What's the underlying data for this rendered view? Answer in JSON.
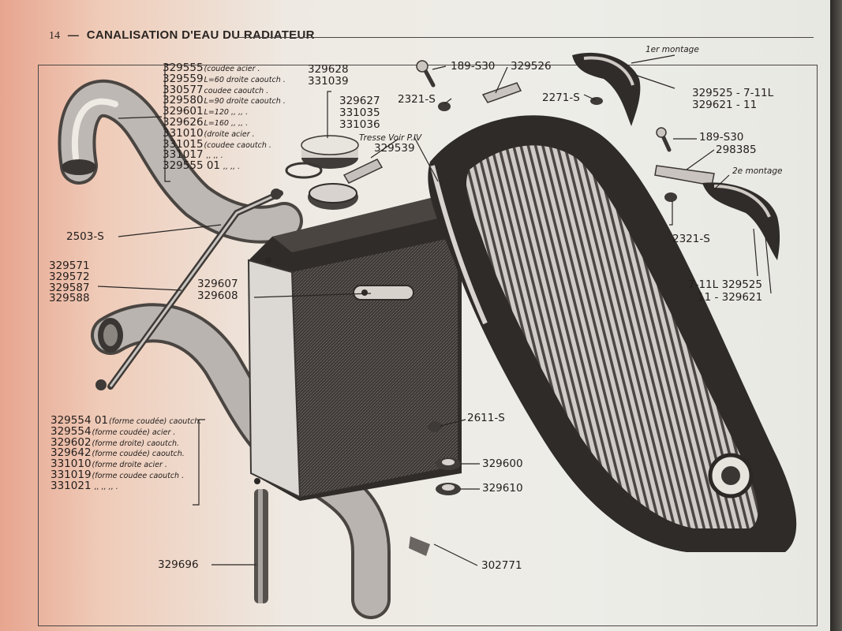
{
  "header": {
    "page_number": "14",
    "dash": "—",
    "title": "CANALISATION D'EAU DU RADIATEUR"
  },
  "top_left_list": [
    {
      "num": "329555",
      "desc": "(coudee acier ."
    },
    {
      "num": "329559",
      "desc": "L=60 droite caoutch ."
    },
    {
      "num": "330577",
      "desc": "coudee caoutch ."
    },
    {
      "num": "329580",
      "desc": "L=90 droite caoutch ."
    },
    {
      "num": "329601",
      "desc": "L=120  ,,        ,,  ."
    },
    {
      "num": "329626",
      "desc": "L=160  ,,        ,,  ."
    },
    {
      "num": "331010",
      "desc": "(droite acier ."
    },
    {
      "num": "331015",
      "desc": "(coudee caoutch ."
    },
    {
      "num": "331017",
      "desc": " ,,       ,,  ."
    },
    {
      "num": "329555 01",
      "desc": " ,,       ,,  ."
    }
  ],
  "bottom_left_list": [
    {
      "num": "329554 01",
      "desc": "(forme coudée) caoutch."
    },
    {
      "num": "329554",
      "desc": "(forme coudée) acier ."
    },
    {
      "num": "329602",
      "desc": "(forme droite) caoutch."
    },
    {
      "num": "329642",
      "desc": "(forme coudée) caoutch."
    },
    {
      "num": "331010",
      "desc": "(forme droite acier ."
    },
    {
      "num": "331019",
      "desc": "(forme coudee caoutch ."
    },
    {
      "num": "331021",
      "desc": " ,,       ,,       ,,  ."
    }
  ],
  "left_group": [
    "329571",
    "329572",
    "329587",
    "329588"
  ],
  "labels": {
    "cap_1": "329628",
    "cap_2": "331039",
    "plug_1": "329627",
    "plug_2": "331035",
    "plug_3": "331036",
    "tresse": "Tresse Voir P.IV",
    "braid_num": "329539",
    "rod": "2503-S",
    "bracket_1": "329607",
    "bracket_2": "329608",
    "bolt_top": "189-S30",
    "plate_top": "329526",
    "nut_top": "2321-S",
    "washer_top": "2271-S",
    "montage_1": "1er montage",
    "emblem_1a": "329525 - 7-11L",
    "emblem_1b": "329621 - 11",
    "bolt_right": "189-S30",
    "plate_right": "298385",
    "montage_2": "2e montage",
    "nut_right": "2321-S",
    "emblem_2a": "7-11L 329525",
    "emblem_2b": "11 - 329621",
    "nut_low": "2611-S",
    "ring_1": "329600",
    "ring_2": "329610",
    "drain_hose": "329696",
    "drain_tap": "302771"
  },
  "colors": {
    "ink": "#25201e",
    "paper": "#eeeae3",
    "shade": "#6b6561"
  }
}
